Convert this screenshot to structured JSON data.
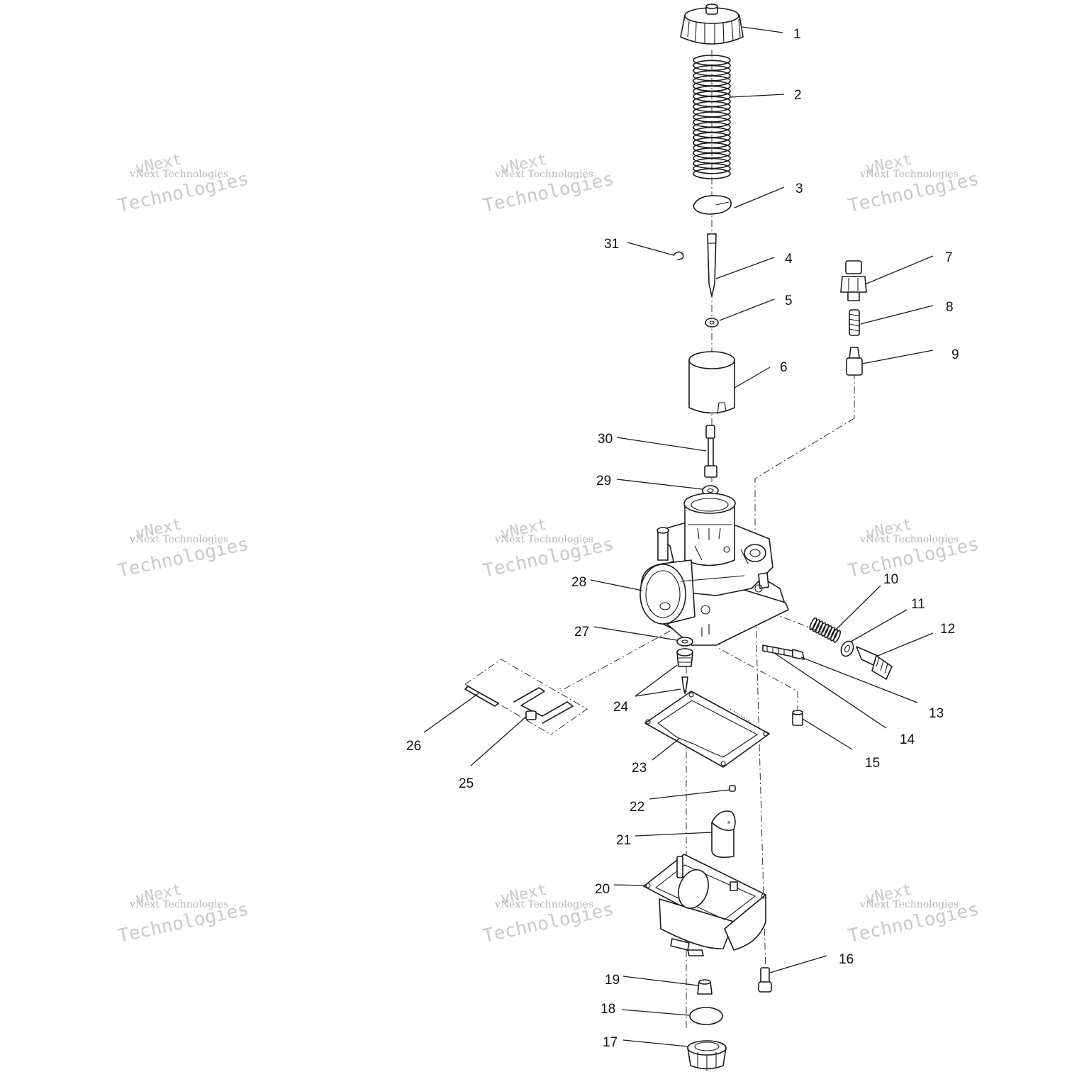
{
  "watermark": {
    "line1": "vNext",
    "line2": "vNext Technologies",
    "line3": "Technologies"
  },
  "callouts": [
    {
      "n": "1"
    },
    {
      "n": "2"
    },
    {
      "n": "3"
    },
    {
      "n": "4"
    },
    {
      "n": "5"
    },
    {
      "n": "6"
    },
    {
      "n": "7"
    },
    {
      "n": "8"
    },
    {
      "n": "9"
    },
    {
      "n": "10"
    },
    {
      "n": "11"
    },
    {
      "n": "12"
    },
    {
      "n": "13"
    },
    {
      "n": "14"
    },
    {
      "n": "15"
    },
    {
      "n": "16"
    },
    {
      "n": "17"
    },
    {
      "n": "18"
    },
    {
      "n": "19"
    },
    {
      "n": "20"
    },
    {
      "n": "21"
    },
    {
      "n": "22"
    },
    {
      "n": "23"
    },
    {
      "n": "24"
    },
    {
      "n": "25"
    },
    {
      "n": "26"
    },
    {
      "n": "27"
    },
    {
      "n": "28"
    },
    {
      "n": "29"
    },
    {
      "n": "30"
    },
    {
      "n": "31"
    }
  ]
}
